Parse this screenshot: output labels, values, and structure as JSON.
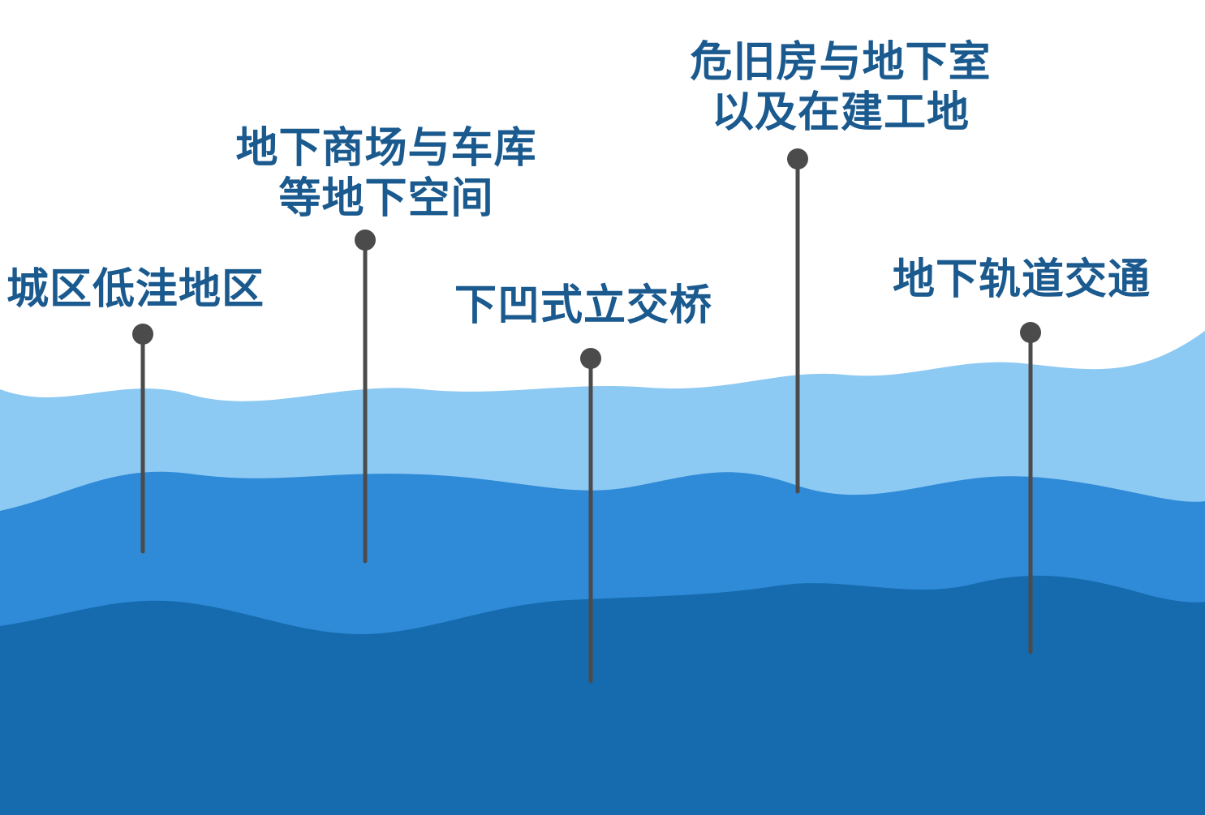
{
  "colors": {
    "background": "#ffffff",
    "wave_light": "#8cc9f3",
    "wave_mid": "#2f8ad7",
    "wave_dark": "#156bae",
    "pin": "#4b4b4b",
    "label_text": "#1b5a8e"
  },
  "labels": [
    {
      "id": "lowland",
      "lines": [
        "城区低洼地区"
      ]
    },
    {
      "id": "mall",
      "lines": [
        "地下商场与车库",
        "等地下空间"
      ]
    },
    {
      "id": "bridge",
      "lines": [
        "下凹式立交桥"
      ]
    },
    {
      "id": "old",
      "lines": [
        "危旧房与地下室",
        "以及在建工地"
      ]
    },
    {
      "id": "subway",
      "lines": [
        "地下轨道交通"
      ]
    }
  ]
}
